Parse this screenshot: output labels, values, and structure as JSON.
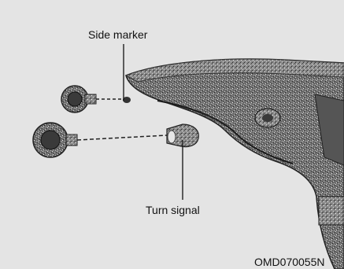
{
  "labels": {
    "side_marker": "Side marker",
    "turn_signal": "Turn signal"
  },
  "figure_code": "OMD070055N",
  "icons": [
    "headlamp-assembly-drawing",
    "side-marker-bulb-socket",
    "turn-signal-bulb-socket"
  ]
}
